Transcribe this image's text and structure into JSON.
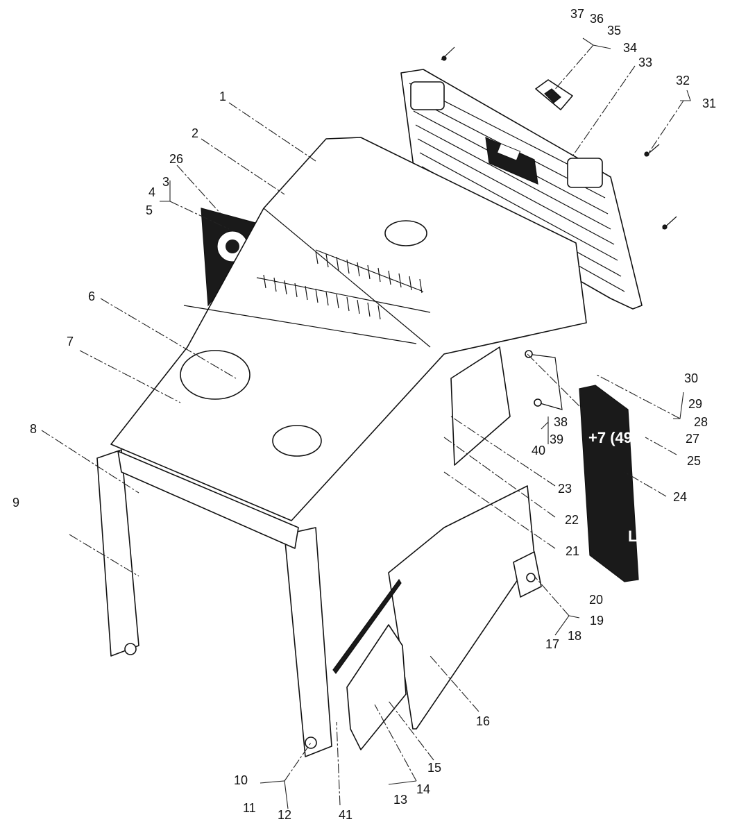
{
  "callouts": [
    "1",
    "2",
    "3",
    "4",
    "5",
    "6",
    "7",
    "8",
    "9",
    "10",
    "11",
    "12",
    "13",
    "14",
    "15",
    "16",
    "17",
    "18",
    "19",
    "20",
    "21",
    "22",
    "23",
    "24",
    "25",
    "26",
    "27",
    "28",
    "29",
    "30",
    "31",
    "32",
    "33",
    "34",
    "35",
    "36",
    "37",
    "38",
    "39",
    "40",
    "41"
  ],
  "panel_marking": "+7 (49",
  "panel_marking_2": "LE"
}
